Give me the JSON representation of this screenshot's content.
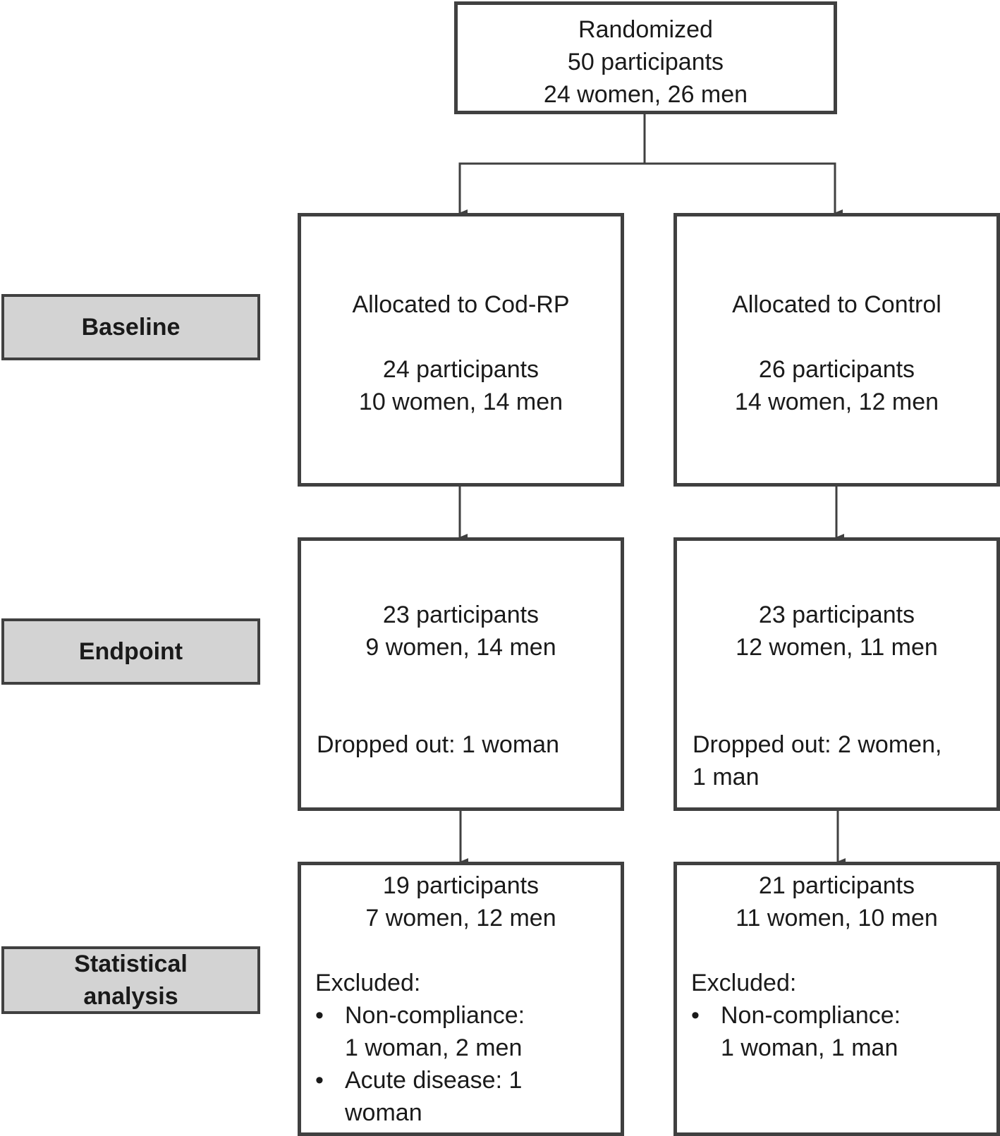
{
  "top": {
    "title": "Randomized",
    "participants": "50 participants",
    "sex": "24 women, 26 men"
  },
  "stages": {
    "baseline": "Baseline",
    "endpoint": "Endpoint",
    "analysis_line1": "Statistical",
    "analysis_line2": "analysis"
  },
  "codrp": {
    "baseline": {
      "title": "Allocated to Cod-RP",
      "participants": "24 participants",
      "sex": "10 women, 14 men"
    },
    "endpoint": {
      "participants": "23 participants",
      "sex": "9 women, 14 men",
      "dropped_line1": "Dropped out: 1 woman"
    },
    "analysis": {
      "participants": "19 participants",
      "sex": "7 women, 12 men",
      "excluded": "Excluded:",
      "bullet": "•",
      "items": [
        {
          "line1": "Non-compliance:",
          "line2": "1 woman, 2 men"
        },
        {
          "line1": "Acute disease: 1",
          "line2": "woman"
        }
      ]
    }
  },
  "control": {
    "baseline": {
      "title": "Allocated to Control",
      "participants": "26 participants",
      "sex": "14 women, 12 men"
    },
    "endpoint": {
      "participants": "23 participants",
      "sex": "12 women, 11 men",
      "dropped_line1": "Dropped out: 2 women,",
      "dropped_line2": "1 man"
    },
    "analysis": {
      "participants": "21 participants",
      "sex": "11 women, 10 men",
      "excluded": "Excluded:",
      "bullet": "•",
      "items": [
        {
          "line1": "Non-compliance:",
          "line2": "1 woman, 1 man"
        }
      ]
    }
  },
  "colors": {
    "border": "#404040",
    "stage_fill": "#d3d3d3"
  }
}
